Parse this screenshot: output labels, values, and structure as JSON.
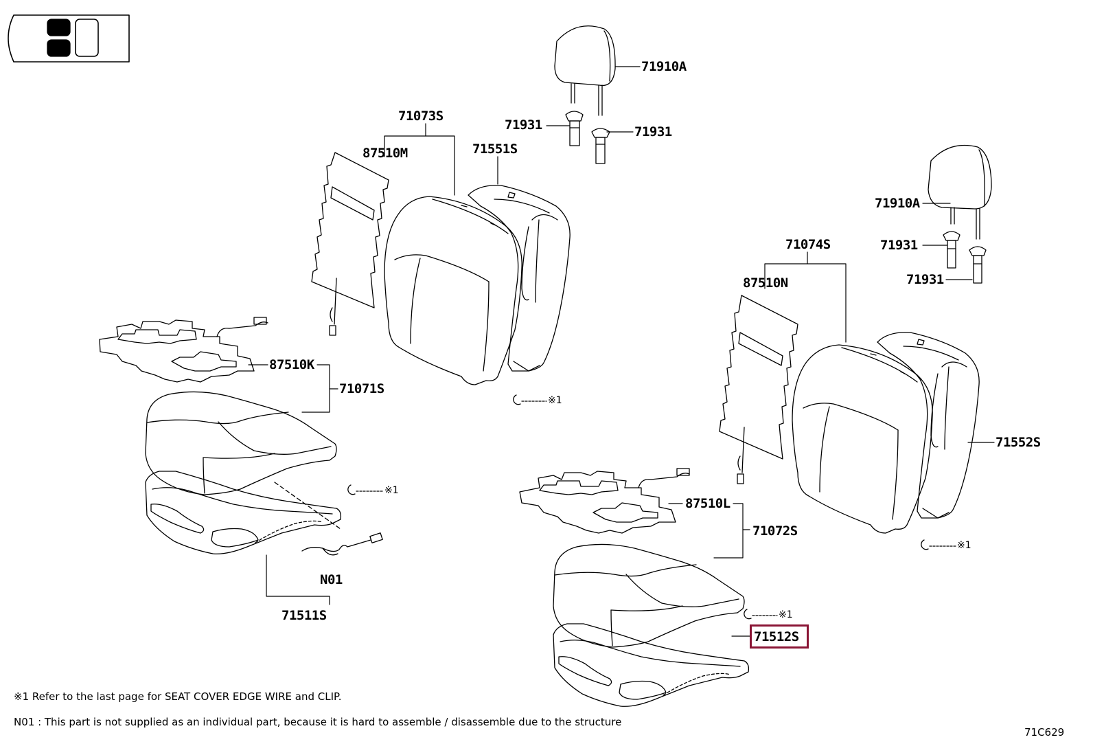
{
  "parts": {
    "headrest_left": "71910A",
    "support_left_a": "71931",
    "support_left_b": "71931",
    "back_cover_assy_left": "71073S",
    "back_heater_left": "87510M",
    "back_pad_left": "71551S",
    "cushion_heater_left": "87510K",
    "cushion_cover_assy_left": "71071S",
    "n01": "N01",
    "cushion_pad_left": "71511S",
    "headrest_right": "71910A",
    "support_right_a": "71931",
    "support_right_b": "71931",
    "back_cover_assy_right": "71074S",
    "back_heater_right": "87510N",
    "back_pad_right": "71552S",
    "cushion_heater_right": "87510L",
    "cushion_cover_assy_right": "71072S",
    "cushion_pad_right": "71512S"
  },
  "refmarks": {
    "r1": "※1",
    "r2": "※1",
    "r3": "※1",
    "r4": "※1"
  },
  "notes": {
    "note1": "※1 Refer to the last page for SEAT COVER EDGE WIRE and CLIP.",
    "note2": "N01 : This part is not supplied as an individual part, because it is hard to assemble / disassemble due to the structure"
  },
  "diagram_code": "71C629",
  "highlight": {
    "part": "71512S",
    "color": "#8a1535"
  }
}
